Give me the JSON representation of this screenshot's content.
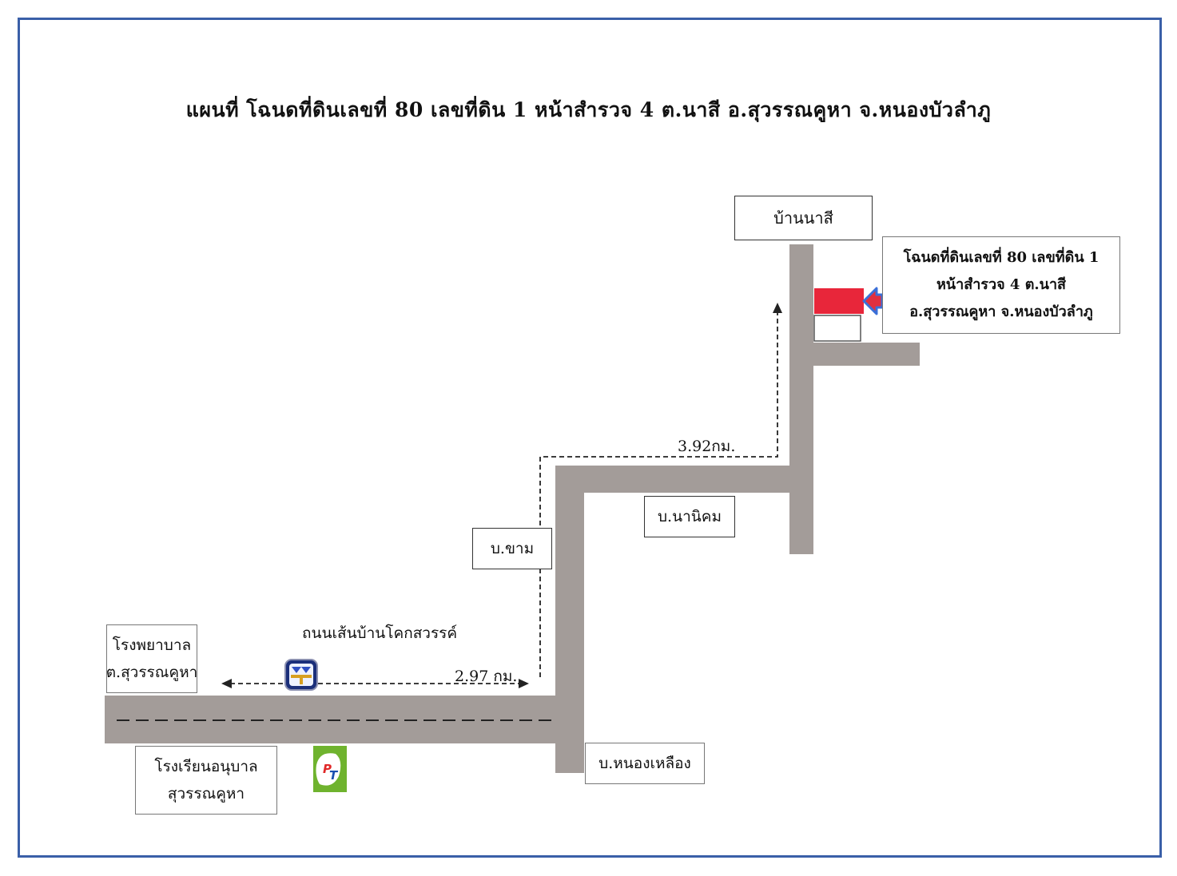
{
  "title": "แผนที่  โฉนดที่ดินเลขที่  80   เลขที่ดิน 1   หน้าสำรวจ 4   ต.นาสี  อ.สุวรรณคูหา  จ.หนองบัวลำภู",
  "labels": {
    "village_nasi": "บ้านนาสี",
    "parcel_info": "โฉนดที่ดินเลขที่  80   เลขที่ดิน 1\nหน้าสำรวจ 4   ต.นาสี\nอ.สุวรรณคูหา จ.หนองบัวลำภู",
    "village_nanikhom": "บ.นานิคม",
    "village_kham": "บ.ขาม",
    "hospital": "โรงพยาบาล\nต.สุวรรณคูหา",
    "kindergarten": "โรงเรียนอนุบาล\nสุวรรณคูหา",
    "village_nongleuang": "บ.หนองเหลือง",
    "road_name": "ถนนเส้นบ้านโคกสวรรค์",
    "distance_1": "2.97 กม.",
    "distance_2": "3.92กม."
  },
  "colors": {
    "road": "#a39c99",
    "frame": "#3a5fa8",
    "parcel_red": "#e8263a",
    "arrow_blue": "#3a6fd8",
    "arrow_red": "#e03040"
  },
  "icons": {
    "bank": "bank-logo-icon",
    "gas_station": "pt-gas-station-icon"
  }
}
